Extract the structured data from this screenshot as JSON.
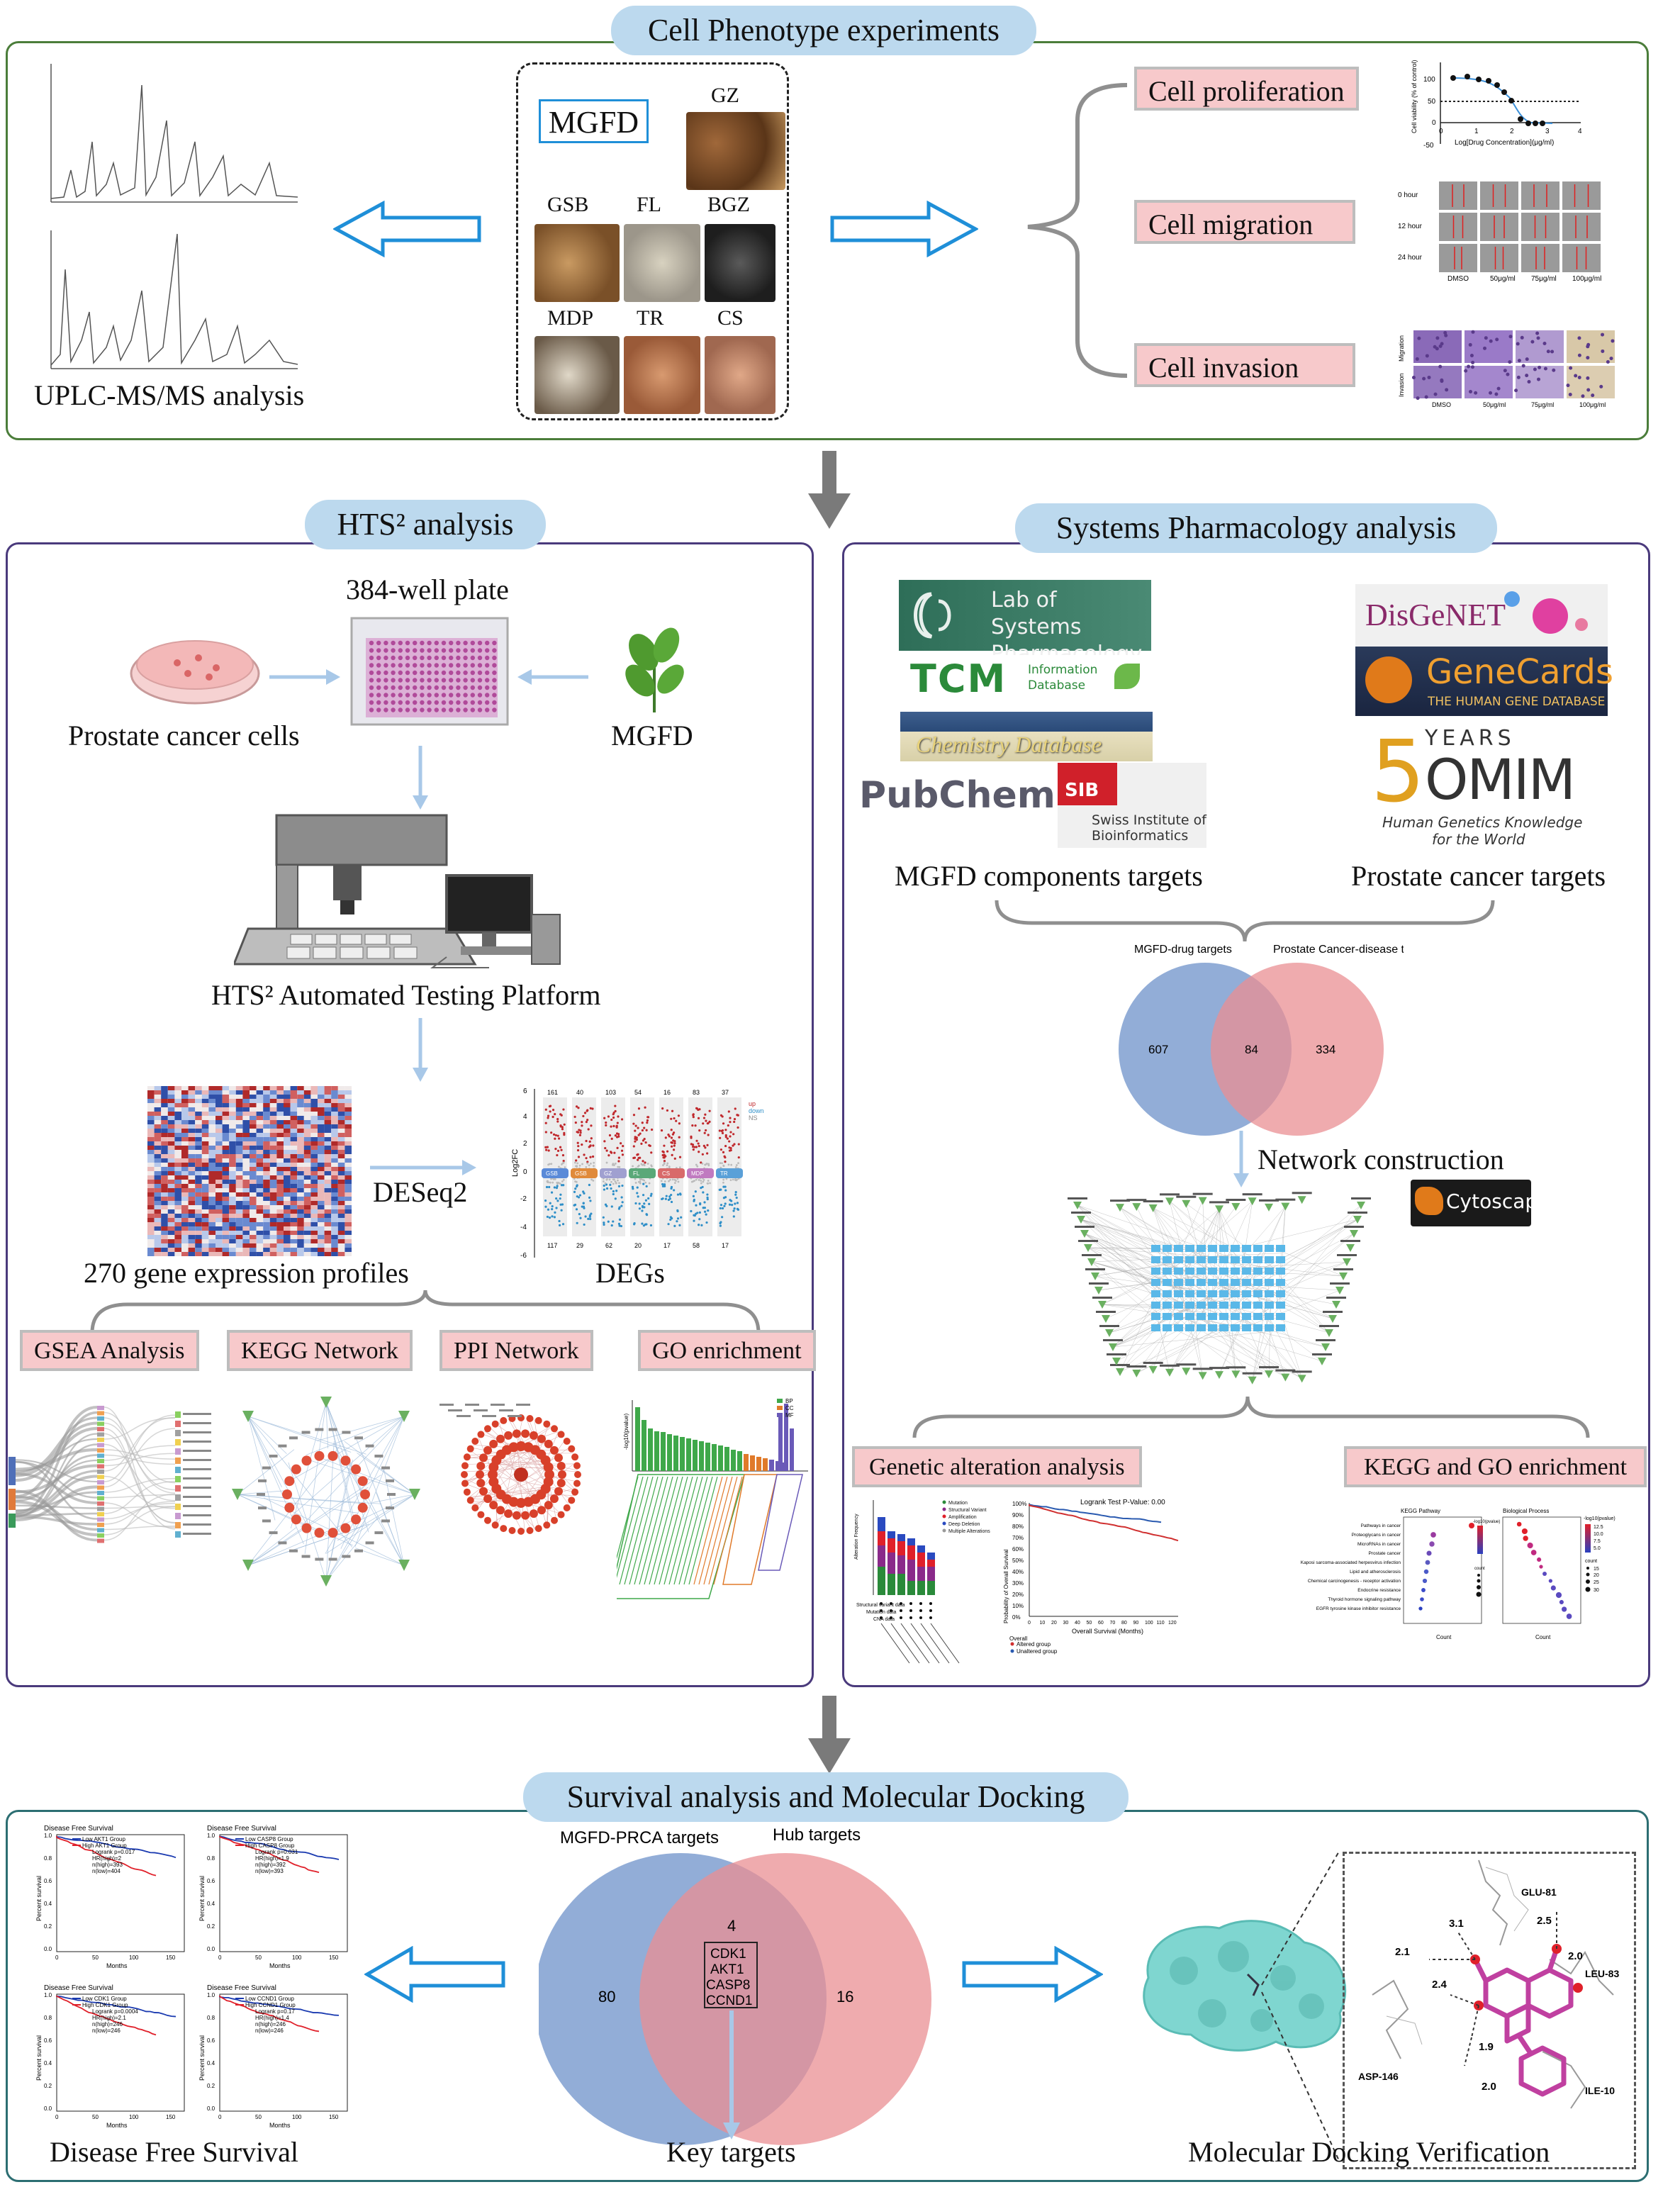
{
  "sections": {
    "phenotype": {
      "title": "Cell Phenotype experiments",
      "uplc_label": "UPLC-MS/MS analysis",
      "mgfd_box": "MGFD",
      "herbs": [
        "GZ",
        "GSB",
        "FL",
        "BGZ",
        "MDP",
        "TR",
        "CS"
      ],
      "assays": [
        "Cell proliferation",
        "Cell migration",
        "Cell invasion"
      ],
      "prolif_axis_x": "Log[Drug Concentration](μg/ml)",
      "prolif_axis_y": "Cell viability (% of control)",
      "prolif_ticks_y": [
        "100",
        "50",
        "0",
        "-50"
      ],
      "prolif_ticks_x": [
        "0",
        "1",
        "2",
        "3",
        "4"
      ],
      "migration_rows": [
        "0 hour",
        "12 hour",
        "24 hour"
      ],
      "migration_cols": [
        "DMSO",
        "50μg/ml",
        "75μg/ml",
        "100μg/ml"
      ],
      "invasion_rows": [
        "Migration",
        "Invasion"
      ],
      "invasion_cols": [
        "DMSO",
        "50μg/ml",
        "75μg/ml",
        "100μg/ml"
      ]
    },
    "hts": {
      "title": "HTS² analysis",
      "plate_label": "384-well plate",
      "cells_label": "Prostate cancer cells",
      "mgfd_label": "MGFD",
      "platform_label": "HTS² Automated Testing Platform",
      "profiles_label": "270 gene expression profiles",
      "deseq_label": "DESeq2",
      "degs_label": "DEGs",
      "deg_groups": [
        "GSB",
        "GSB",
        "GZ",
        "FL",
        "CS",
        "MDP",
        "TR"
      ],
      "deg_up": [
        "161",
        "40",
        "103",
        "54",
        "16",
        "83",
        "37"
      ],
      "deg_down": [
        "117",
        "29",
        "62",
        "20",
        "17",
        "58",
        "17"
      ],
      "deg_ylabel": "Log2FC",
      "deg_yticks": [
        "6",
        "4",
        "2",
        "0",
        "-2",
        "-4",
        "-6"
      ],
      "deg_legend": [
        "up",
        "down",
        "NS"
      ],
      "analyses": [
        "GSEA Analysis",
        "KEGG Network",
        "PPI Network",
        "GO enrichment"
      ],
      "go_legend": [
        "BP",
        "CC",
        "MF"
      ],
      "go_ylabel": "-log10(pvalue)"
    },
    "systems": {
      "title": "Systems Pharmacology analysis",
      "db_lsp": "Lab of Systems Pharmacology",
      "db_tcm": "TCM",
      "db_tcm_sub": "Information Database",
      "db_chem": "Chemistry Database",
      "db_pubchem": "PubChem",
      "db_sib": "SIB",
      "db_sib_sub": "Swiss Institute of Bioinformatics",
      "db_disgenet": "DisGeNET",
      "db_genecards": "GeneCards",
      "db_genecards_sub": "THE HUMAN GENE DATABASE",
      "db_omim_years": "YEARS",
      "db_omim": "OMIM",
      "db_omim_sub1": "Human Genetics Knowledge",
      "db_omim_sub2": "for the World",
      "components_label": "MGFD  components targets",
      "cancer_label": "Prostate cancer targets",
      "venn_left_label": "MGFD-drug targets",
      "venn_right_label": "Prostate Cancer-disease targets",
      "venn_left": "607",
      "venn_mid": "84",
      "venn_right": "334",
      "network_label": "Network construction",
      "cytoscape": "Cytoscape",
      "genetic_label": "Genetic alteration analysis",
      "kegggo_label": "KEGG and GO enrichment",
      "logrank": "Logrank Test P-Value: 0.00",
      "os_xlabel": "Overall Survival (Months)",
      "os_ylabel": "Probability of Overall Survival",
      "os_legend": [
        "Altered group",
        "Unaltered group"
      ],
      "os_xticks": [
        "0",
        "10",
        "20",
        "30",
        "40",
        "50",
        "60",
        "70",
        "80",
        "90",
        "100",
        "110",
        "120"
      ],
      "os_yticks": [
        "100%",
        "90%",
        "80%",
        "70%",
        "60%",
        "50%",
        "40%",
        "30%",
        "20%",
        "10%",
        "0%"
      ],
      "alt_legend": [
        "Mutation",
        "Structural Variant",
        "Amplification",
        "Deep Deletion",
        "Multiple Alterations"
      ],
      "alt_rows": [
        "Structural variant data",
        "Mutation data",
        "CNA data"
      ],
      "alt_ylabel": "Alteration Frequency",
      "kegg_title": "KEGG Pathway",
      "kegg_terms": [
        "Pathways in cancer",
        "Proteoglycans in cancer",
        "MicroRNAs in cancer",
        "Prostate cancer",
        "Kaposi sarcoma-associated herpesvirus infection",
        "Lipid and atherosclerosis",
        "Chemical carcinogenesis - receptor activation",
        "Endocrine resistance",
        "Thyroid hormone signaling pathway",
        "EGFR tyrosine kinase inhibitor resistance"
      ],
      "kegg_xlabel": "Count",
      "kegg_legend_title": "-log10(pvalue)",
      "kegg_count_label": "count",
      "go_title": "Biological Process",
      "go_xlabel": "Count",
      "go_legend_title": "-log10(pvalue)",
      "go_legend_vals": [
        "12.5",
        "10.0",
        "7.5",
        "5.0"
      ],
      "go_count_label": "count",
      "go_count_vals": [
        "15",
        "20",
        "25",
        "30"
      ]
    },
    "survival": {
      "title": "Survival analysis and Molecular Docking",
      "dfs_label": "Disease Free Survival",
      "venn_left_label": "MGFD-PRCA targets",
      "venn_right_label": "Hub targets",
      "venn_left": "80",
      "venn_top": "4",
      "venn_right": "16",
      "key_genes": [
        "CDK1",
        "AKT1",
        "CASP8",
        "CCND1"
      ],
      "key_label": "Key targets",
      "docking_label": "Molecular Docking Verification",
      "residues": [
        "GLU-81",
        "LEU-83",
        "ASP-146",
        "ILE-10"
      ],
      "distances": [
        "2.1",
        "3.1",
        "2.5",
        "2.4",
        "2.0",
        "1.9",
        "2.0"
      ],
      "km_plots": [
        {
          "title": "Disease Free Survival",
          "low": "Low AKT1 Group",
          "high": "High AKT1 Group",
          "logrank": "Logrank p=0.017",
          "hr": "HR(high)=2",
          "nhigh": "n(high)=393",
          "nlow": "n(low)=404"
        },
        {
          "title": "Disease Free Survival",
          "low": "Low CASP8 Group",
          "high": "High CASP8 Group",
          "logrank": "Logrank p=0.031",
          "hr": "HR(high)=1.9",
          "nhigh": "n(high)=392",
          "nlow": "n(low)=393"
        },
        {
          "title": "Disease Free Survival",
          "low": "Low CDK1 Group",
          "high": "High CDK1 Group",
          "logrank": "Logrank p=0.0004",
          "hr": "HR(high)=2.1",
          "nhigh": "n(high)=246",
          "nlow": "n(low)=246"
        },
        {
          "title": "Disease Free Survival",
          "low": "Low CCND1 Group",
          "high": "High CCND1 Group",
          "logrank": "Logrank p=0.17",
          "hr": "HR(high)=1.4",
          "nhigh": "n(high)=246",
          "nlow": "n(low)=246"
        }
      ],
      "km_xlabel": "Months",
      "km_ylabel": "Percent survival",
      "km_xticks": [
        "0",
        "50",
        "100",
        "150"
      ],
      "km_yticks": [
        "1.0",
        "0.8",
        "0.6",
        "0.4",
        "0.2",
        "0.0"
      ]
    }
  },
  "colors": {
    "pill": "#bcd9ee",
    "redbox": "#f7c9cb",
    "green_border": "#4b7d3a",
    "purple_border": "#4a3a7c",
    "teal_border": "#2c6e72",
    "arrow_blue": "#1f8fd8",
    "venn_blue": "#7f9fd0",
    "venn_red": "#ea8f93"
  }
}
